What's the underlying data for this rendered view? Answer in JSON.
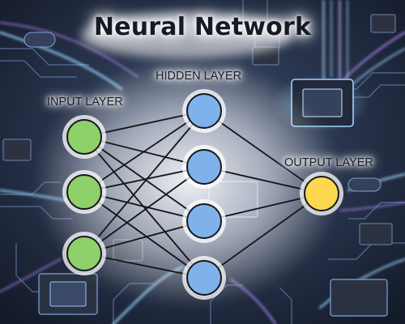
{
  "title": "Neural Network",
  "layers": {
    "input": {
      "label": "INPUT LAYER",
      "node_count": 3
    },
    "hidden": {
      "label": "HIDDEN LAYER",
      "node_count": 4
    },
    "output": {
      "label": "OUTPUT LAYER",
      "node_count": 1
    }
  },
  "colors": {
    "input_node": "#8ed06a",
    "hidden_node": "#7fb2ea",
    "output_node": "#fbd84d",
    "node_stroke": "#15181e",
    "connection": "#141414",
    "background": "#1b2436",
    "circuit_glow": "#7fc8ff",
    "circuit_purple": "#b07aff"
  }
}
